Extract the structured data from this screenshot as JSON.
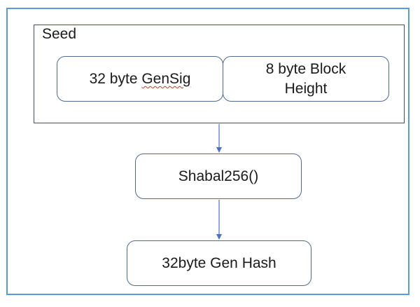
{
  "seed": {
    "label": "Seed",
    "gensig_prefix": "32 byte ",
    "gensig_word": "GenSig",
    "block_height": "8 byte Block Height"
  },
  "process": {
    "label": "Shabal256()"
  },
  "output": {
    "label": "32byte Gen Hash"
  },
  "colors": {
    "frame": "#5b9bd5",
    "box_border": "#4f6a8f",
    "arrow": "#4a72c4",
    "spellcheck": "#e0301e"
  }
}
